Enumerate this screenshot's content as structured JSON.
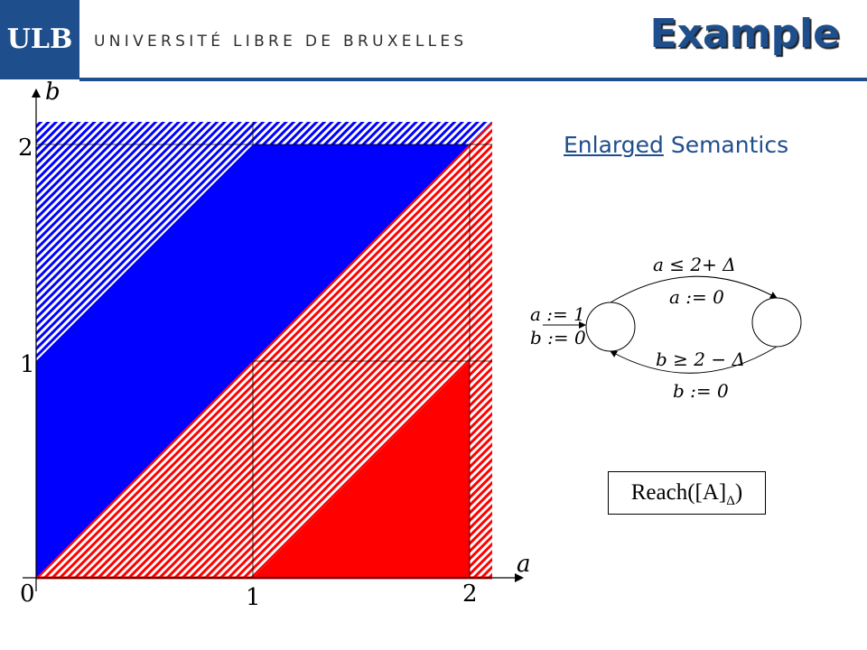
{
  "header": {
    "logo": "ULB",
    "university": "UNIVERSITÉ LIBRE DE BRUXELLES",
    "title": "Example"
  },
  "subtitle": {
    "underlined": "Enlarged",
    "rest": " Semantics"
  },
  "plot": {
    "x_axis_label": "a",
    "y_axis_label": "b",
    "x_ticks": [
      "0",
      "1",
      "2"
    ],
    "y_ticks": [
      "1",
      "2"
    ],
    "colors": {
      "blue": "#0000ff",
      "red": "#ff0000"
    }
  },
  "automaton": {
    "top_guard": "a ≤ 2+ Δ",
    "top_reset": "a := 0",
    "bottom_guard": "b ≥ 2 − Δ",
    "bottom_reset": "b := 0",
    "init_a": "a := 1",
    "init_b": "b := 0"
  },
  "reach_box": {
    "text": "Reach([A]",
    "sub": "Δ",
    "close": ")"
  }
}
